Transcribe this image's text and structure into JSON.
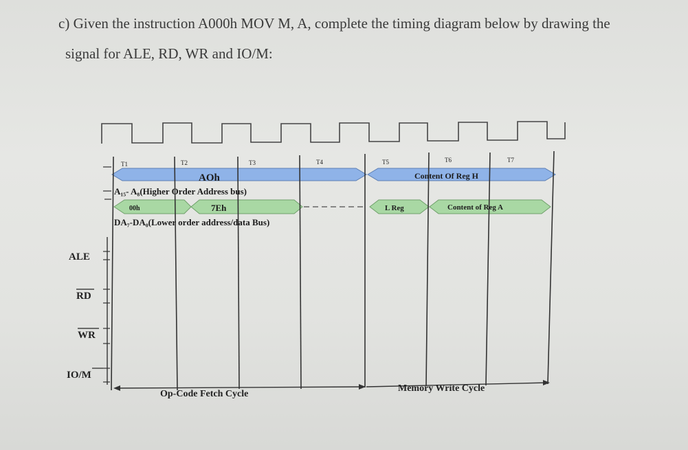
{
  "question": {
    "line1": "c) Given the instruction A000h MOV M, A, complete the timing diagram below by drawing the",
    "line2": "signal for ALE, RD, WR and IO/M:"
  },
  "diagram": {
    "t_states": [
      "T1",
      "T2",
      "T3",
      "T4",
      "T5",
      "T6",
      "T7"
    ],
    "high_bus": {
      "value_opcode": "AOh",
      "label": "A₁₅- A₈(Higher Order Address bus)",
      "value_write": "Content Of Reg H"
    },
    "low_bus": {
      "val1": "00h",
      "val2": "7Eh",
      "label": "DA₇-DA₀(Lower order address/data Bus)",
      "val3": "L Reg",
      "val4": "Content of Reg A"
    },
    "signals": [
      "ALE",
      "RD",
      "WR",
      "IO/M"
    ],
    "cycles": {
      "opcode_fetch": "Op-Code Fetch Cycle",
      "memory_write": "Memory Write Cycle"
    },
    "colors": {
      "bus_blue": "#8fb3e8",
      "bus_green": "#a9d8a4",
      "line": "#333333"
    }
  }
}
